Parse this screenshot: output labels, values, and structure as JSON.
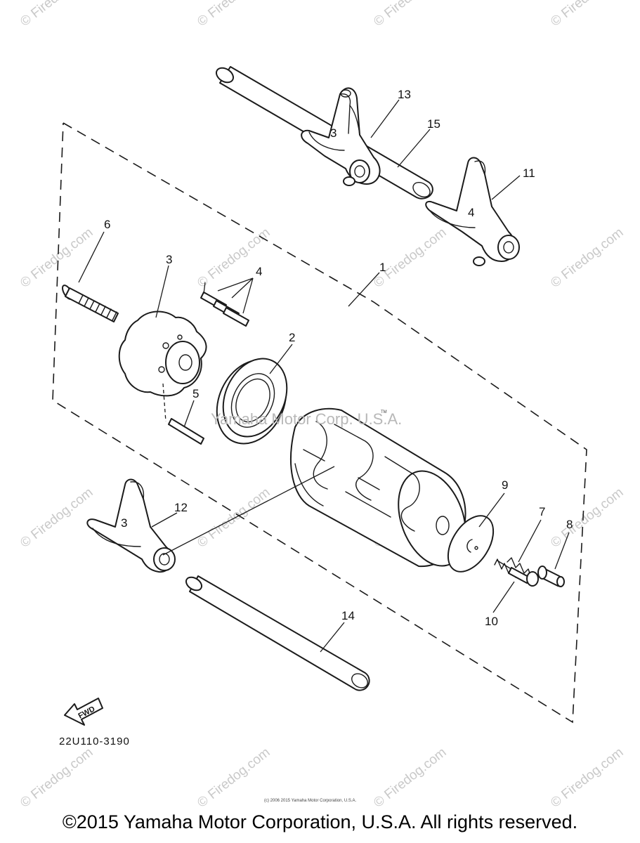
{
  "diagram": {
    "part_number_code": "22U110-3190",
    "fwd_label": "FWD",
    "center_watermark": "Yamaha Motor Corp. U.S.A.",
    "center_watermark_tm": "TM",
    "small_credit": "(c) 2006 2015 Yamaha Motor Corporation, U.S.A.",
    "callouts": {
      "c1": "1",
      "c2": "2",
      "c3": "3",
      "c4": "4",
      "c5": "5",
      "c6": "6",
      "c7": "7",
      "c8": "8",
      "c9": "9",
      "c10": "10",
      "c11": "11",
      "c12": "12",
      "c13": "13",
      "c14": "14",
      "c15": "15"
    },
    "fork_marks": {
      "fork_13": "3",
      "fork_11": "4",
      "fork_12": "3"
    }
  },
  "watermark": {
    "text": "© Firedog.com"
  },
  "footer": {
    "copyright": "©2015 Yamaha Motor Corporation, U.S.A. All rights reserved."
  }
}
